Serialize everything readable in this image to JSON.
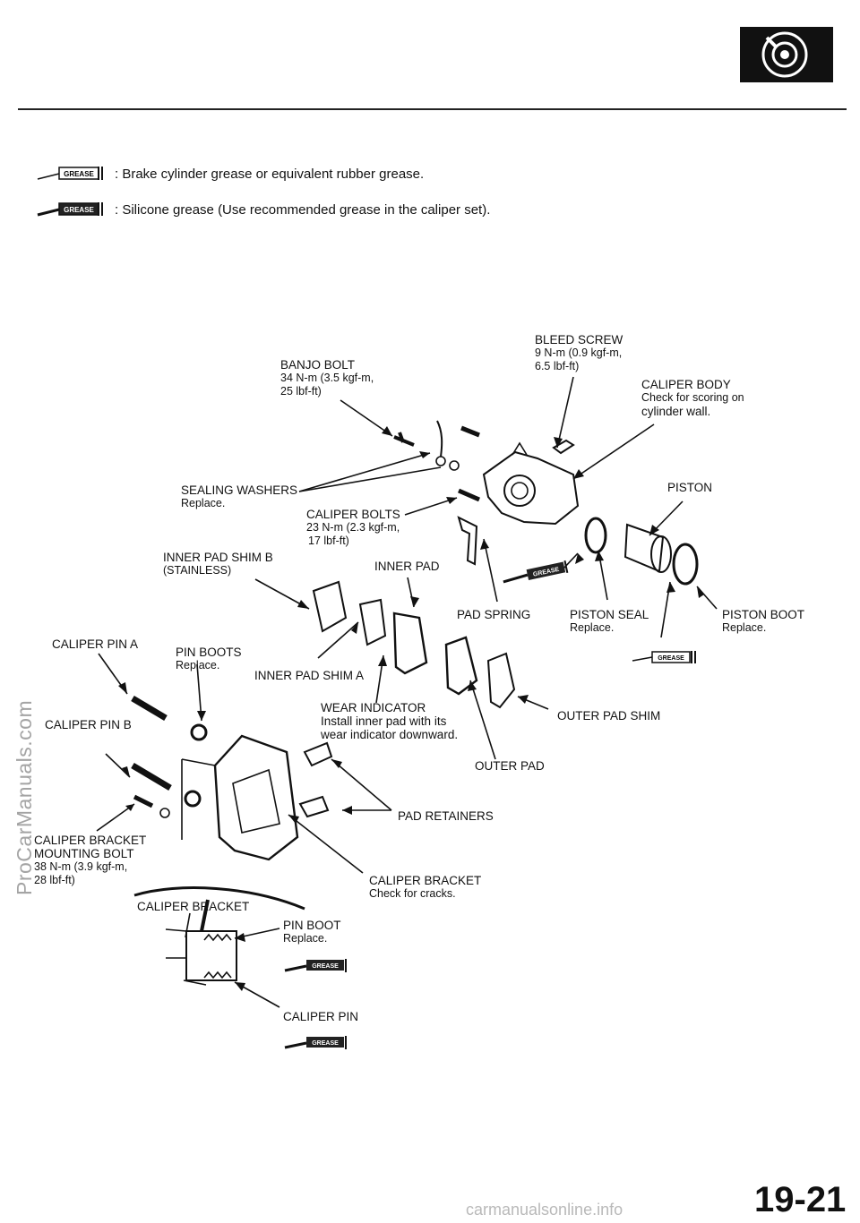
{
  "legend": [
    {
      "text": ": Brake cylinder grease or equivalent rubber grease.",
      "tube_label": "GREASE"
    },
    {
      "text": ": Silicone grease (Use recommended grease in the caliper set).",
      "tube_label": "GREASE"
    }
  ],
  "labels": {
    "banjo_bolt": {
      "title": "BANJO BOLT",
      "sub": "34 N-m (3.5 kgf-m,",
      "sub2": "25 lbf-ft)"
    },
    "bleed_screw": {
      "title": "BLEED SCREW",
      "sub": "9 N-m (0.9 kgf-m,",
      "sub2": "6.5 lbf-ft)"
    },
    "caliper_body": {
      "title": "CALIPER BODY",
      "sub": "Check for scoring on",
      "sub2": "cylinder wall."
    },
    "sealing_washers": {
      "title": "SEALING WASHERS",
      "sub": "Replace."
    },
    "caliper_bolts": {
      "title": "CALIPER BOLTS",
      "sub": "23 N-m (2.3 kgf-m,",
      "sub2": "17 lbf-ft)"
    },
    "piston": {
      "title": "PISTON"
    },
    "inner_pad_shim_b": {
      "title": "INNER PAD SHIM B",
      "sub": "(STAINLESS)"
    },
    "inner_pad": {
      "title": "INNER PAD"
    },
    "pad_spring": {
      "title": "PAD SPRING"
    },
    "piston_seal": {
      "title": "PISTON SEAL",
      "sub": "Replace."
    },
    "piston_boot": {
      "title": "PISTON BOOT",
      "sub": "Replace."
    },
    "caliper_pin_a": {
      "title": "CALIPER PIN A"
    },
    "pin_boots": {
      "title": "PIN BOOTS",
      "sub": "Replace."
    },
    "inner_pad_shim_a": {
      "title": "INNER PAD SHIM A"
    },
    "wear_indicator": {
      "title": "WEAR INDICATOR",
      "sub": "Install inner pad with its",
      "sub2": "wear indicator downward."
    },
    "outer_pad_shim": {
      "title": "OUTER PAD SHIM"
    },
    "caliper_pin_b": {
      "title": "CALIPER PIN B"
    },
    "outer_pad": {
      "title": "OUTER PAD"
    },
    "pad_retainers": {
      "title": "PAD RETAINERS"
    },
    "caliper_bracket_bolt": {
      "title": "CALIPER BRACKET",
      "sub": "MOUNTING BOLT",
      "sub2": "38 N-m (3.9 kgf-m,",
      "sub3": "28 lbf-ft)"
    },
    "caliper_bracket_check": {
      "title": "CALIPER BRACKET",
      "sub": "Check for cracks."
    },
    "caliper_bracket": {
      "title": "CALIPER BRACKET"
    },
    "pin_boot": {
      "title": "PIN BOOT",
      "sub": "Replace."
    },
    "caliper_pin": {
      "title": "CALIPER PIN"
    }
  },
  "grease_tube_label": "GREASE",
  "watermark": "ProCarManuals.com",
  "footer_watermark": "carmanualsonline.info",
  "page_number": "19-21"
}
